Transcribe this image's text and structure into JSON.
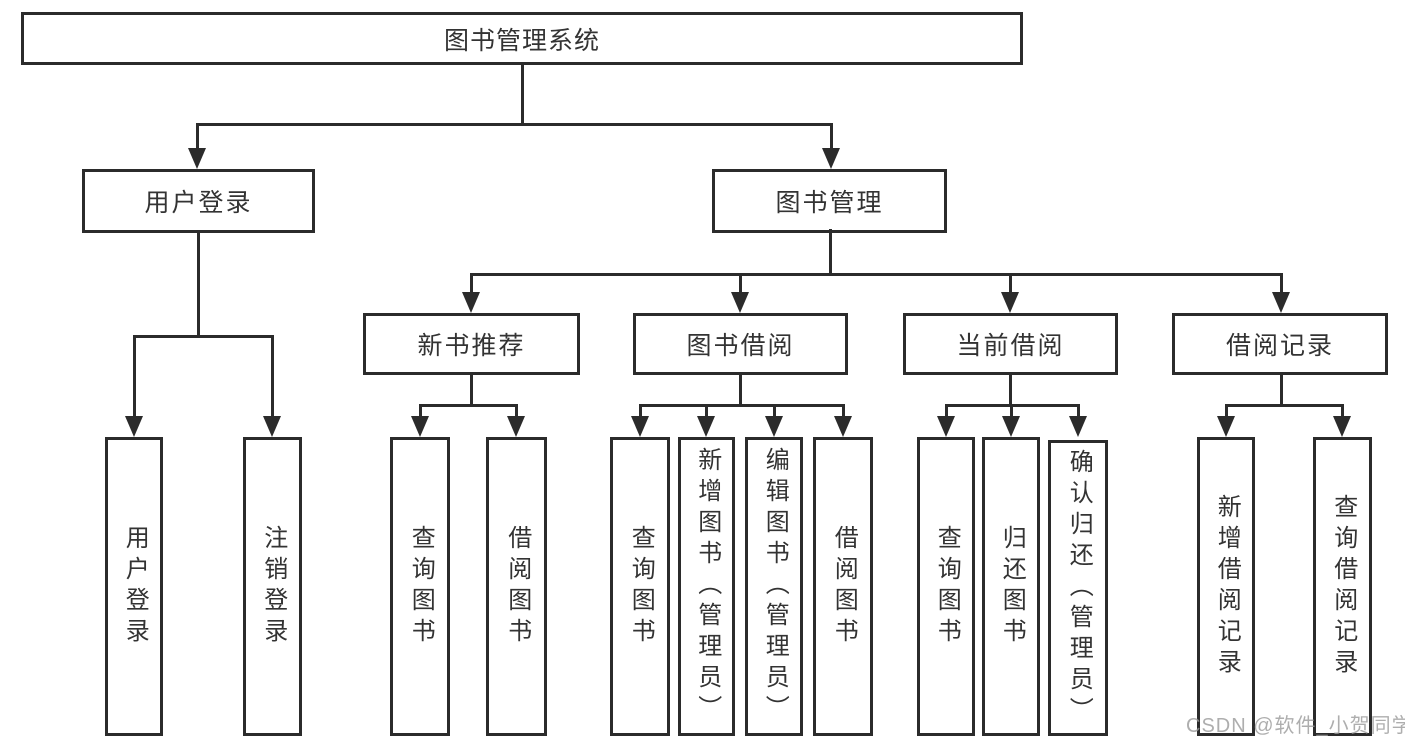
{
  "diagram": {
    "root": "图书管理系统",
    "level2": {
      "user_login": "用户登录",
      "book_management": "图书管理"
    },
    "level3": {
      "new_book": "新书推荐",
      "borrowing": "图书借阅",
      "current": "当前借阅",
      "records": "借阅记录"
    },
    "leaves": {
      "login": "用户登录",
      "logout": "注销登录",
      "nb_query": "查询图书",
      "nb_borrow": "借阅图书",
      "bb_query": "查询图书",
      "bb_add": "新增图书（管理员）",
      "bb_edit": "编辑图书（管理员）",
      "bb_borrow": "借阅图书",
      "cb_query": "查询图书",
      "cb_return": "归还图书",
      "cb_confirm": "确认归还（管理员）",
      "br_add": "新增借阅记录",
      "br_query": "查询借阅记录"
    }
  },
  "watermark": "CSDN @软件_小贺同学",
  "colors": {
    "line": "#2b2b2b",
    "text": "#333333",
    "watermark": "#9a9a9a",
    "background": "#ffffff"
  }
}
